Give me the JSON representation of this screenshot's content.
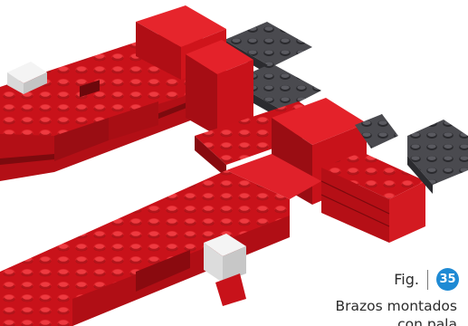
{
  "figure": {
    "label": "Fig.",
    "number": "35",
    "number_color": "#1f8ad4",
    "caption_line1": "Brazos montados",
    "caption_line2": "con pala"
  },
  "scene": {
    "description_icon": "lego-brick-model",
    "brick_red": "#d4141b",
    "brick_red_dark": "#8e0b10",
    "brick_gray": "#3b3b3f",
    "brick_white": "#f2f2f2"
  }
}
